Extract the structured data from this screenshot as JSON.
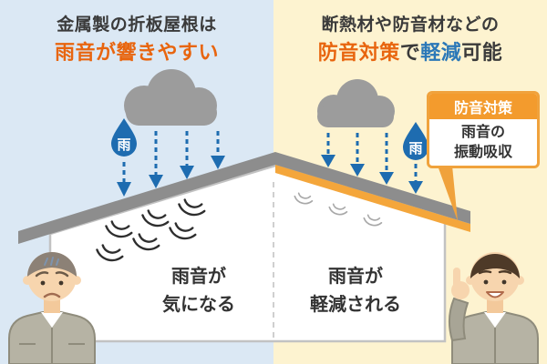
{
  "left_panel": {
    "title_line1": "金属製の折板屋根は",
    "title_line2": "雨音が響きやすい",
    "rain_drop_label": "雨",
    "house_note_line1": "雨音が",
    "house_note_line2": "気になる"
  },
  "right_panel": {
    "title_line1": "断熱材や防音材などの",
    "title_line2_seg1": "防音対策",
    "title_line2_seg2": "で",
    "title_line2_seg3": "軽減",
    "title_line2_seg4": "可能",
    "rain_drop_label": "雨",
    "house_note_line1": "雨音が",
    "house_note_line2": "軽減される",
    "callout": {
      "header": "防音対策",
      "body_line1": "雨音の",
      "body_line2": "振動吸収"
    }
  },
  "colors": {
    "left_background": "#dbe8f4",
    "right_background": "#fdf3d0",
    "title_text": "#3a3a3a",
    "accent_orange": "#e8650f",
    "accent_blue": "#2b78b8",
    "rain_blue": "#1e6cb0",
    "roof_gray": "#8d8d8d",
    "soundproof_layer_orange": "#f4a63b",
    "callout_border_orange": "#f0a23c"
  }
}
